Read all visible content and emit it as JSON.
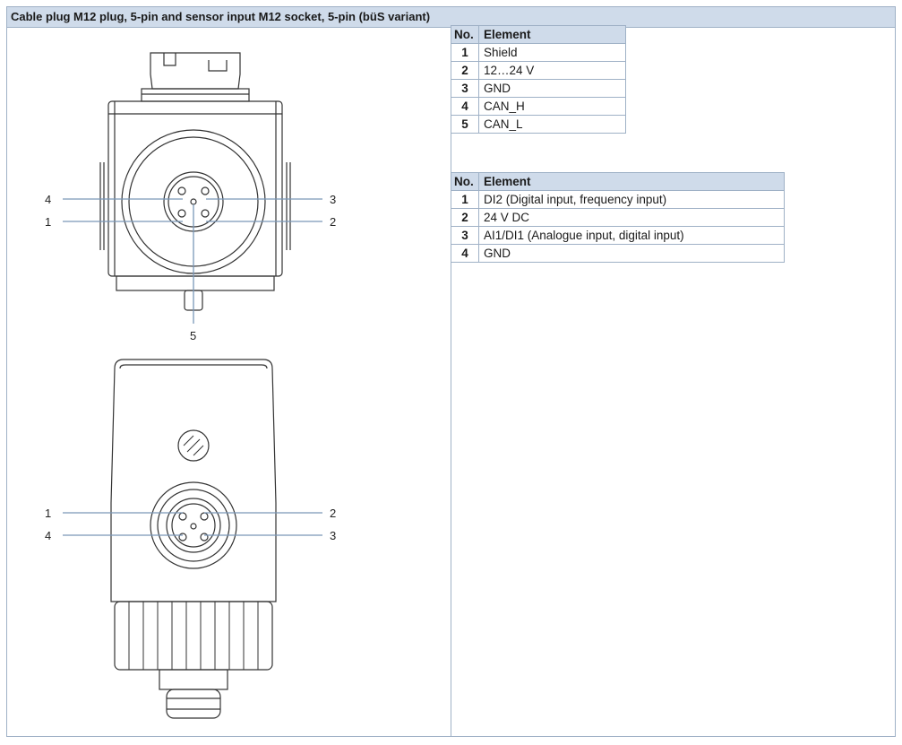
{
  "title": "Cable plug M12 plug, 5-pin and sensor input M12 socket, 5-pin (büS variant)",
  "table1": {
    "headers": [
      "No.",
      "Element"
    ],
    "rows": [
      [
        "1",
        "Shield"
      ],
      [
        "2",
        "12…24 V"
      ],
      [
        "3",
        "GND"
      ],
      [
        "4",
        "CAN_H"
      ],
      [
        "5",
        "CAN_L"
      ]
    ]
  },
  "table2": {
    "headers": [
      "No.",
      "Element"
    ],
    "rows": [
      [
        "1",
        "DI2 (Digital input, frequency input)"
      ],
      [
        "2",
        "24 V DC"
      ],
      [
        "3",
        "AI1/DI1 (Analogue input, digital input)"
      ],
      [
        "4",
        "GND"
      ]
    ]
  },
  "drawing_top_callouts": [
    "4",
    "3",
    "1",
    "2",
    "5"
  ],
  "drawing_bottom_callouts": [
    "1",
    "2",
    "4",
    "3"
  ],
  "colors": {
    "header_bg": "#cfdbea",
    "border": "#9fb1c6",
    "leader": "#7a97b8"
  }
}
